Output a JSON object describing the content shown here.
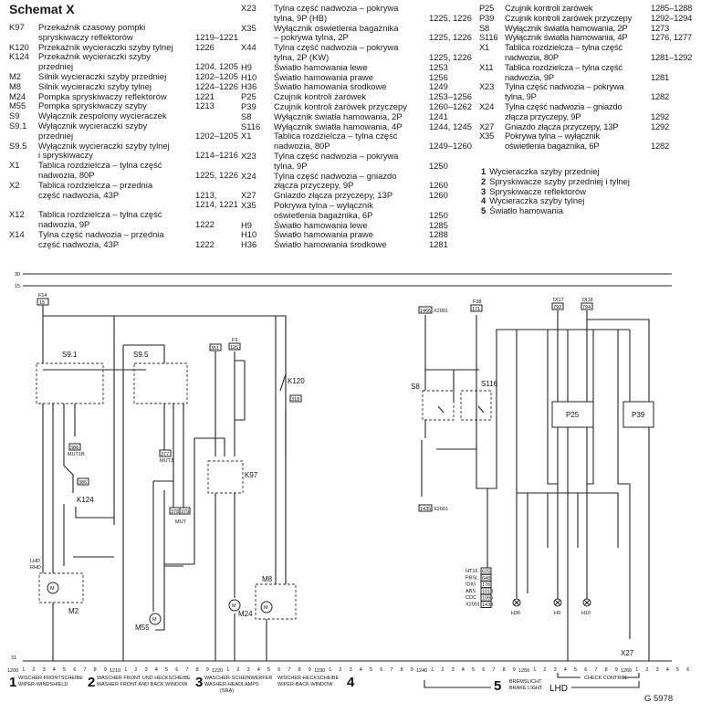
{
  "title": "Schemat X",
  "legend_col1": [
    {
      "code": "K97",
      "lines": [
        {
          "t": "Przekaźnik czasowy pompki",
          "r": ""
        },
        {
          "t": "spryskiwaczy reflektorów",
          "r": "1219–1221"
        }
      ]
    },
    {
      "code": "K120",
      "lines": [
        {
          "t": "Przekaźnik wycieraczki szyby tylnej",
          "r": "1226"
        }
      ]
    },
    {
      "code": "K124",
      "lines": [
        {
          "t": "Przekaźnik wycieraczki szyby",
          "r": ""
        },
        {
          "t": "przedniej",
          "r": "1204, 1205"
        }
      ]
    },
    {
      "code": "M2",
      "lines": [
        {
          "t": "Silnik wycieraczki szyby przedniej",
          "r": "1202–1205"
        }
      ]
    },
    {
      "code": "M8",
      "lines": [
        {
          "t": "Silnik wycieraczki szyby tylnej",
          "r": "1224–1226"
        }
      ]
    },
    {
      "code": "M24",
      "lines": [
        {
          "t": "Pompka spryskiwaczy reflektorów",
          "r": "1221"
        }
      ]
    },
    {
      "code": "M55",
      "lines": [
        {
          "t": "Pompka spryskiwaczy szyby",
          "r": "1213"
        }
      ]
    },
    {
      "code": "S9",
      "lines": [
        {
          "t": "Wyłącznik zespolony wycieraczek",
          "r": ""
        }
      ]
    },
    {
      "code": "S9.1",
      "lines": [
        {
          "t": "Wyłącznik wycieraczki szyby",
          "r": ""
        },
        {
          "t": "przedniej",
          "r": "1202–1205"
        }
      ]
    },
    {
      "code": "S9.5",
      "lines": [
        {
          "t": "Wyłącznik wycieraczki szyby tylnej",
          "r": ""
        },
        {
          "t": "i spryskiwaczy",
          "r": "1214–1216"
        }
      ]
    },
    {
      "code": "X1",
      "lines": [
        {
          "t": "Tablica rozdzielcza – tylna część",
          "r": ""
        },
        {
          "t": "nadwozia, 80P",
          "r": "1225, 1226"
        }
      ]
    },
    {
      "code": "X2",
      "lines": [
        {
          "t": "Tablica rozdzielcza – przednia",
          "r": ""
        },
        {
          "t": "część nadwozia, 43P",
          "r": "1213,"
        },
        {
          "t": "",
          "r": "1214, 1221"
        }
      ]
    },
    {
      "code": "X12",
      "lines": [
        {
          "t": "Tablica rozdzielcza – tylna część",
          "r": ""
        },
        {
          "t": "nadwozia, 9P",
          "r": "1222"
        }
      ]
    },
    {
      "code": "X14",
      "lines": [
        {
          "t": "Tylna część nadwozia – przednia",
          "r": ""
        },
        {
          "t": "część nadwozia, 43P",
          "r": "1222"
        }
      ]
    }
  ],
  "legend_col2": [
    {
      "code": "X23",
      "lines": [
        {
          "t": "Tylna część nadwozia – pokrywa",
          "r": ""
        },
        {
          "t": "tylna, 9P (HB)",
          "r": "1225, 1226"
        }
      ]
    },
    {
      "code": "X35",
      "lines": [
        {
          "t": "Wyłącznik oświetlenia bagażnika",
          "r": ""
        },
        {
          "t": "– pokrywa tylna, 2P",
          "r": "1225, 1226"
        }
      ]
    },
    {
      "code": "X44",
      "lines": [
        {
          "t": "Tylna część nadwozia – pokrywa",
          "r": ""
        },
        {
          "t": "tylna, 2P (KW)",
          "r": "1225, 1226"
        }
      ]
    },
    {
      "code": "H9",
      "lines": [
        {
          "t": "Światło hamowania lewe",
          "r": "1253"
        }
      ]
    },
    {
      "code": "H10",
      "lines": [
        {
          "t": "Światło hamowania prawe",
          "r": "1256"
        }
      ]
    },
    {
      "code": "H36",
      "lines": [
        {
          "t": "Światło hamowania środkowe",
          "r": "1249"
        }
      ]
    },
    {
      "code": "P25",
      "lines": [
        {
          "t": "Czujnik kontroli żarówek",
          "r": "1253–1256"
        }
      ]
    },
    {
      "code": "P39",
      "lines": [
        {
          "t": "Czujnik kontroli żarówek przyczepy",
          "r": "1260–1262"
        }
      ]
    },
    {
      "code": "S8",
      "lines": [
        {
          "t": "Wyłącznik światła hamowania, 2P",
          "r": "1241"
        }
      ]
    },
    {
      "code": "S116",
      "lines": [
        {
          "t": "Wyłącznik światła hamowania, 4P",
          "r": "1244, 1245"
        }
      ]
    },
    {
      "code": "X1",
      "lines": [
        {
          "t": "Tablica rozdzielcza – tylna część",
          "r": ""
        },
        {
          "t": "nadwozia, 80P",
          "r": "1249–1260"
        }
      ]
    },
    {
      "code": "X23",
      "lines": [
        {
          "t": "Tylna część nadwozia – pokrywa",
          "r": ""
        },
        {
          "t": "tylna, 9P",
          "r": "1250"
        }
      ]
    },
    {
      "code": "X24",
      "lines": [
        {
          "t": "Tylna część nadwozia – gniazdo",
          "r": ""
        },
        {
          "t": "złącza przyczepy, 9P",
          "r": "1260"
        }
      ]
    },
    {
      "code": "X27",
      "lines": [
        {
          "t": "Gniazdo złącza przyczepy, 13P",
          "r": "1260"
        }
      ]
    },
    {
      "code": "X35",
      "lines": [
        {
          "t": "Pokrywa tylna – wyłącznik",
          "r": ""
        },
        {
          "t": "oświetlenia bagażnika, 6P",
          "r": "1250"
        }
      ]
    },
    {
      "code": "H9",
      "lines": [
        {
          "t": "Światło hamowania lewe",
          "r": "1285"
        }
      ]
    },
    {
      "code": "H10",
      "lines": [
        {
          "t": "Światło hamowania prawe",
          "r": "1288"
        }
      ]
    },
    {
      "code": "H36",
      "lines": [
        {
          "t": "Światło hamowania środkowe",
          "r": "1281"
        }
      ]
    }
  ],
  "legend_col3": [
    {
      "code": "P25",
      "lines": [
        {
          "t": "Czujnik kontroli żarówek",
          "r": "1285–1288"
        }
      ]
    },
    {
      "code": "P39",
      "lines": [
        {
          "t": "Czujnik kontroli żarówek przyczepy",
          "r": "1292–1294"
        }
      ]
    },
    {
      "code": "S8",
      "lines": [
        {
          "t": "Wyłącznik światła hamowania, 2P",
          "r": "1273"
        }
      ]
    },
    {
      "code": "S116",
      "lines": [
        {
          "t": "Wyłącznik światła hamowania, 4P",
          "r": "1276, 1277"
        }
      ]
    },
    {
      "code": "X1",
      "lines": [
        {
          "t": "Tablica rozdzielcza – tylna część",
          "r": ""
        },
        {
          "t": "nadwozia, 80P",
          "r": "1281–1292"
        }
      ]
    },
    {
      "code": "X11",
      "lines": [
        {
          "t": "Tablica rozdzielcza – tylna część",
          "r": ""
        },
        {
          "t": "nadwozia, 9P",
          "r": "1281"
        }
      ]
    },
    {
      "code": "X23",
      "lines": [
        {
          "t": "Tylna część nadwozia – pokrywa",
          "r": ""
        },
        {
          "t": "tylna, 9P",
          "r": "1282"
        }
      ]
    },
    {
      "code": "X24",
      "lines": [
        {
          "t": "Tylna część nadwozia – gniazdo",
          "r": ""
        },
        {
          "t": "złącza przyczepy, 9P",
          "r": "1292"
        }
      ]
    },
    {
      "code": "X27",
      "lines": [
        {
          "t": "Gniazdo złącza przyczepy, 13P",
          "r": "1292"
        }
      ]
    },
    {
      "code": "X35",
      "lines": [
        {
          "t": "Pokrywa tylna – wyłącznik",
          "r": ""
        },
        {
          "t": "oświetlenia bagażnika, 6P",
          "r": "1282"
        }
      ]
    }
  ],
  "parts": [
    {
      "n": "1",
      "t": "Wycieraczka szyby przedniej"
    },
    {
      "n": "2",
      "t": "Spryskiwacze szyby przedniej i tylnej"
    },
    {
      "n": "3",
      "t": "Spryskiwacze reflektorów"
    },
    {
      "n": "4",
      "t": "Wycieraczka szyby tylnej"
    },
    {
      "n": "5",
      "t": "Światło hamowania"
    }
  ],
  "diagram": {
    "rail_30": "30",
    "rail_15": "15",
    "rail_31": "31",
    "f14": "F14",
    "f14_box": "15",
    "f9": "F9",
    "f9_box": "126",
    "f38": "F38",
    "f38_box": "171",
    "box_351": "351",
    "box_388": "388",
    "box_377": "377",
    "mut1b": "MUT1B",
    "mut3": "MUT3",
    "box_378": "378",
    "box_379": "379",
    "mut": "MUT",
    "box_318": "318",
    "box_386": "386",
    "s91": "S9.1",
    "s95": "S9.5",
    "k97": "K97",
    "k120": "K120",
    "k124": "K124",
    "m2": "M2",
    "m55": "M55",
    "m24": "M24",
    "m8": "M8",
    "s8": "S8",
    "s116": "S116",
    "p25": "P25",
    "p39": "P39",
    "h36": "H36",
    "h9": "H9",
    "h10": "H10",
    "di17": "DI17",
    "di17_box": "792",
    "di18": "DI18",
    "di18_box": "794",
    "c1466": "1466",
    "c1435": "1435",
    "x2001": "X2001",
    "lhd": "LHD",
    "rhd": "RHD",
    "ecu": [
      {
        "k": "HT16",
        "v": "625"
      },
      {
        "k": "PBSL",
        "v": "648"
      },
      {
        "k": "IDIG",
        "v": "176"
      },
      {
        "k": "ABS",
        "v": "1018"
      },
      {
        "k": "CDC",
        "v": "1066"
      },
      {
        "k": "X2001",
        "v": "1433"
      }
    ],
    "x27": "X27"
  },
  "ruler": {
    "labels": [
      "1200",
      "1210",
      "1220",
      "1230",
      "1240",
      "1250",
      "1260"
    ]
  },
  "captions": [
    {
      "n": "1",
      "de": "WISCHER-FRONTSCHEIBE",
      "en": "WIPER-WINDSHIELD",
      "x": ""
    },
    {
      "n": "2",
      "de": "WASCHER FRONT UND HECKSCHEIBE",
      "en": "WASHER FRONT AND BACK WINDOW",
      "x": ""
    },
    {
      "n": "3",
      "de": "WASCHER-SCHEINWERFER",
      "en": "WASHER-HEADLAMPS",
      "x": "(SRA)"
    },
    {
      "n": "4",
      "de": "WISCHER-HECKSCHEIBE",
      "en": "WIPER-BACK WINDOW",
      "x": ""
    },
    {
      "n": "5",
      "de": "BREMSLICHT",
      "en": "BRAKE LIGHT",
      "x": ""
    }
  ],
  "lhd_label": "LHD",
  "check_control": "CHECK CONTROL",
  "figure_id": "G 5978"
}
